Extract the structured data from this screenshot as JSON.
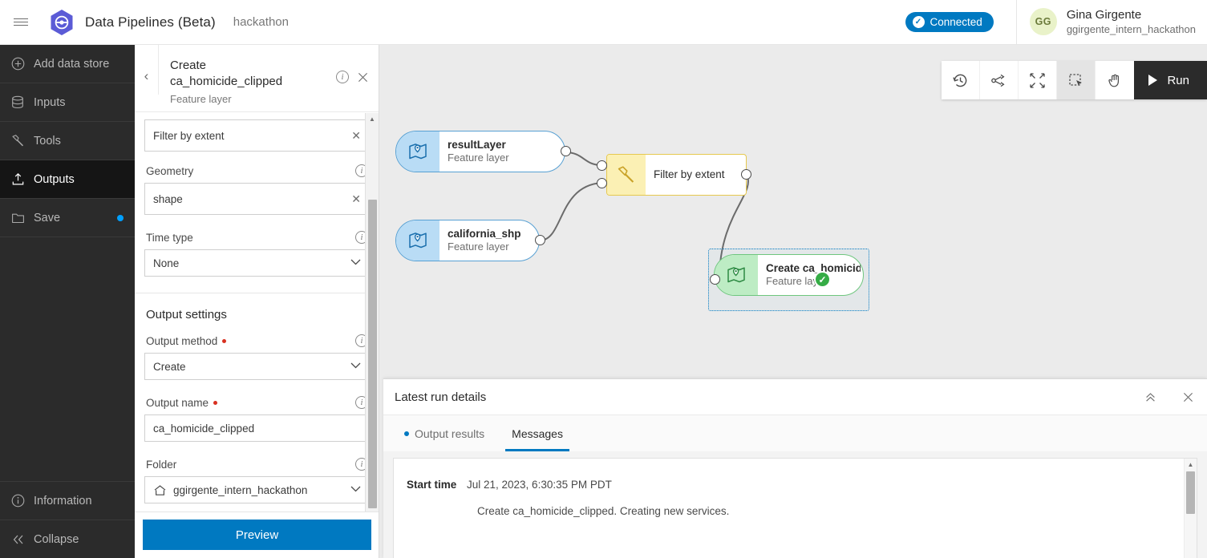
{
  "header": {
    "menu_icon": "hamburger-icon",
    "logo_icon": "app-logo-icon",
    "title": "Data Pipelines (Beta)",
    "subtitle": "hackathon",
    "connected_label": "Connected",
    "connected_icon": "check-circle-icon",
    "connected_color": "#0079c1",
    "avatar_initials": "GG",
    "user_name": "Gina Girgente",
    "user_handle": "ggirgente_intern_hackathon"
  },
  "sidebar": {
    "items": [
      {
        "label": "Add data store",
        "icon": "plus-circle-icon",
        "active": false,
        "dot": false
      },
      {
        "label": "Inputs",
        "icon": "database-icon",
        "active": false,
        "dot": false
      },
      {
        "label": "Tools",
        "icon": "hammer-icon",
        "active": false,
        "dot": false
      },
      {
        "label": "Outputs",
        "icon": "upload-icon",
        "active": true,
        "dot": false
      },
      {
        "label": "Save",
        "icon": "folder-icon",
        "active": false,
        "dot": true
      }
    ],
    "bottom": [
      {
        "label": "Information",
        "icon": "info-circle-icon"
      },
      {
        "label": "Collapse",
        "icon": "double-chevron-left-icon"
      }
    ],
    "dot_color": "#00a0ff"
  },
  "panel": {
    "back_icon": "chevron-left-icon",
    "title": "Create ca_homicide_clipped",
    "subtitle": "Feature layer",
    "info_icon": "info-circle-icon",
    "close_icon": "close-icon",
    "chip_value": "Filter by extent",
    "fields": [
      {
        "label": "Geometry",
        "value": "shape",
        "type": "clearable",
        "required": false
      },
      {
        "label": "Time type",
        "value": "None",
        "type": "select",
        "required": false
      }
    ],
    "section_title": "Output settings",
    "output_fields": [
      {
        "label": "Output method",
        "value": "Create",
        "type": "select",
        "required": true
      },
      {
        "label": "Output name",
        "value": "ca_homicide_clipped",
        "type": "text",
        "required": true
      },
      {
        "label": "Folder",
        "value": "ggirgente_intern_hackathon",
        "type": "select-folder",
        "required": false
      }
    ],
    "preview_button": "Preview",
    "primary_color": "#0079c1"
  },
  "toolbar": {
    "buttons": [
      {
        "name": "history-icon",
        "selected": false
      },
      {
        "name": "auto-layout-icon",
        "selected": false
      },
      {
        "name": "fit-to-screen-icon",
        "selected": false
      },
      {
        "name": "box-select-icon",
        "selected": true
      },
      {
        "name": "pan-hand-icon",
        "selected": false
      }
    ],
    "run_label": "Run",
    "run_icon": "play-icon"
  },
  "canvas": {
    "background": "#ebebeb",
    "nodes": [
      {
        "id": "resultLayer",
        "title": "resultLayer",
        "subtitle": "Feature layer",
        "kind": "data",
        "icon": "feature-layer-icon"
      },
      {
        "id": "california_shp",
        "title": "california_shp",
        "subtitle": "Feature layer",
        "kind": "data",
        "icon": "feature-layer-icon"
      },
      {
        "id": "filter",
        "title": "Filter by extent",
        "subtitle": "",
        "kind": "tool",
        "icon": "hammer-icon"
      },
      {
        "id": "output",
        "title": "Create ca_homicide_c",
        "subtitle": "Feature layer",
        "kind": "output",
        "icon": "feature-layer-icon",
        "status": "success",
        "selected": true
      }
    ]
  },
  "run_details": {
    "title": "Latest run details",
    "expand_icon": "double-chevron-up-icon",
    "close_icon": "close-icon",
    "tabs": [
      {
        "label": "Output results",
        "active": false,
        "dot": true
      },
      {
        "label": "Messages",
        "active": true,
        "dot": false
      }
    ],
    "start_time_label": "Start time",
    "start_time_value": "Jul 21, 2023, 6:30:35 PM PDT",
    "messages": [
      "Create ca_homicide_clipped. Creating new services."
    ]
  }
}
